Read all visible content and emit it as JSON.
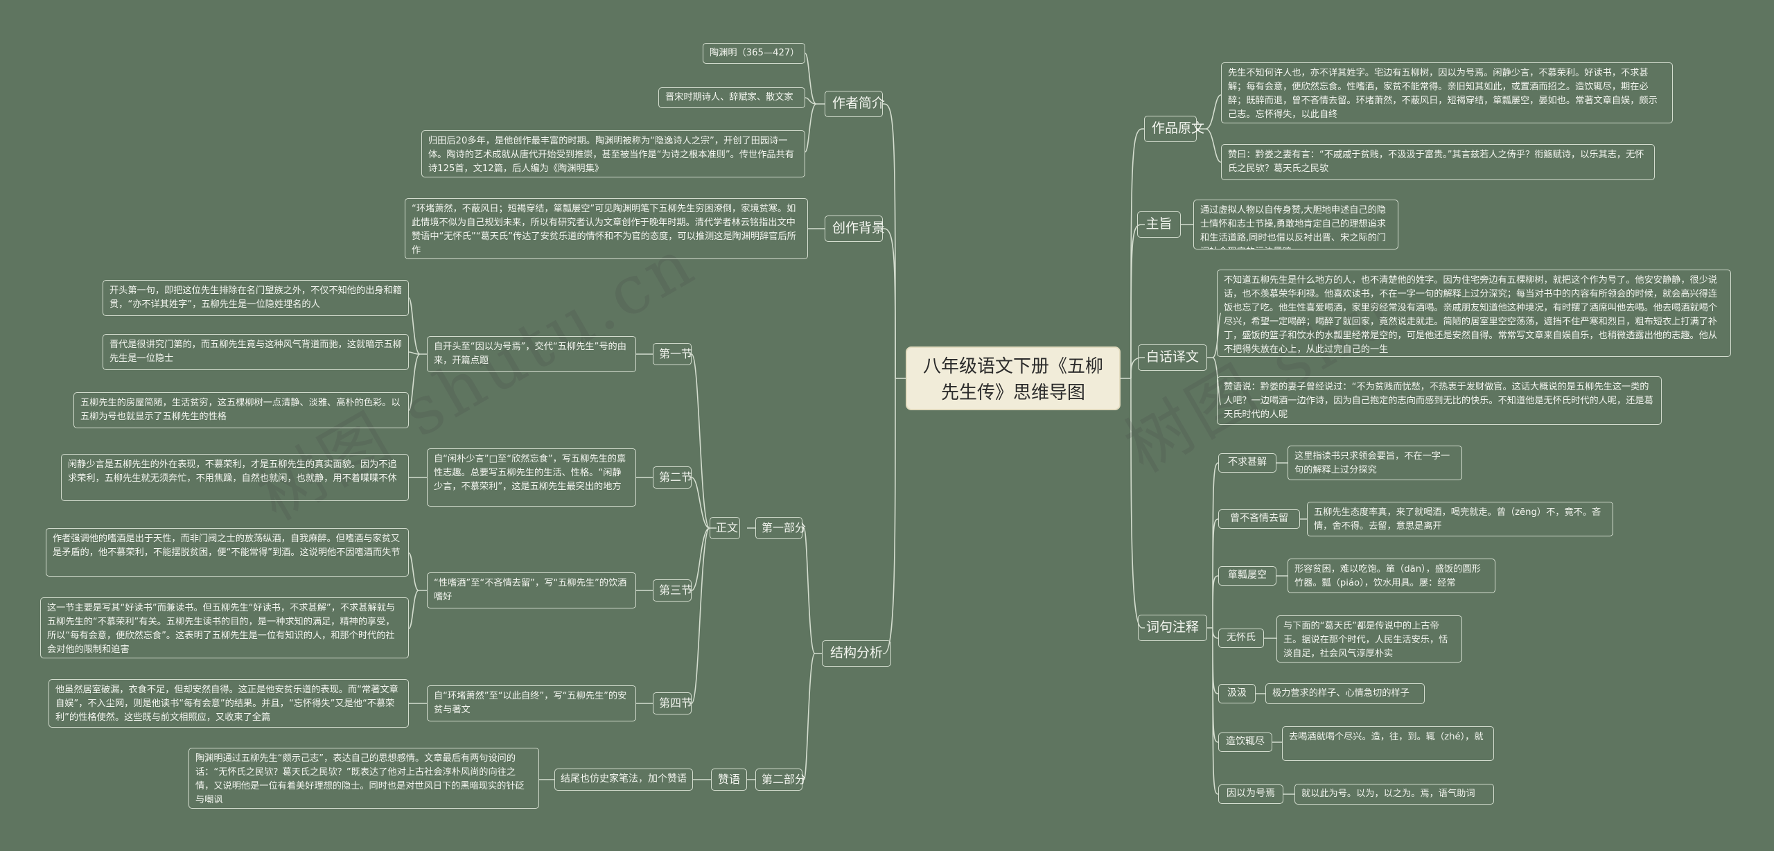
{
  "central": {
    "title": "八年级语文下册《五柳先生传》思维导图"
  },
  "watermarks": [
    "树图 shutu.cn",
    "树图 shu"
  ],
  "right": {
    "works": {
      "label": "作品原文",
      "items": [
        "先生不知何许人也，亦不详其姓字。宅边有五柳树，因以为号焉。闲静少言，不慕荣利。好读书，不求甚解；每有会意，便欣然忘食。性嗜酒，家贫不能常得。亲旧知其如此，或置酒而招之。造饮辄尽，期在必醉；既醉而退，曾不吝情去留。环堵萧然，不蔽风日，短褐穿结，箪瓢屡空，晏如也。常著文章自娱，颇示己志。忘怀得失，以此自终",
        "赞曰：黔娄之妻有言：“不戚戚于贫贱，不汲汲于富贵。”其言兹若人之俦乎？衔觞赋诗，以乐其志，无怀氏之民欤？葛天氏之民欤"
      ]
    },
    "theme": {
      "label": "主旨",
      "items": [
        "通过虚拟人物以自传身赞,大胆地申述自己的隐士情怀和志士节操,勇敢地肯定自己的理想追求和生活道路,同时也借以反衬出晋、宋之际的门阀社会现实的污浊黑暗"
      ]
    },
    "translation": {
      "label": "白话译文",
      "items": [
        "不知道五柳先生是什么地方的人，也不清楚他的姓字。因为住宅旁边有五棵柳树，就把这个作为号了。他安安静静，很少说话，也不羡慕荣华利禄。他喜欢读书，不在一字一句的解释上过分深究；每当对书中的内容有所领会的时候，就会高兴得连饭也忘了吃。他生性喜爱喝酒，家里穷经常没有酒喝。亲戚朋友知道他这种境况，有时摆了酒席叫他去喝。他去喝酒就喝个尽兴，希望一定喝醉；喝醉了就回家，竟然说走就走。简陋的居室里空空荡荡，遮挡不住严寒和烈日，粗布短衣上打满了补丁，盛饭的篮子和饮水的水瓢里经常是空的，可是他还是安然自得。常常写文章来自娱自乐，也稍微透露出他的志趣。他从不把得失放在心上，从此过完自己的一生",
        "赞语说：黔娄的妻子曾经说过：“不为贫贱而忧愁，不热衷于发财做官。这话大概说的是五柳先生这一类的人吧？一边喝酒一边作诗，因为自己抱定的志向而感到无比的快乐。不知道他是无怀氏时代的人呢，还是葛天氏时代的人呢"
      ]
    },
    "notes": {
      "label": "词句注释",
      "items": [
        {
          "term": "不求甚解",
          "def": "这里指读书只求领会要旨，不在一字一句的解释上过分探究"
        },
        {
          "term": "曾不吝情去留",
          "def": "五柳先生态度率真，来了就喝酒，喝完就走。曾（zēng）不，竟不。吝情，舍不得。去留，意思是离开"
        },
        {
          "term": "箪瓢屡空",
          "def": "形容贫困，难以吃饱。箪（dān），盛饭的圆形竹器。瓢（piáo），饮水用具。屡：经常"
        },
        {
          "term": "无怀氏",
          "def": "与下面的“葛天氏”都是传说中的上古帝王。据说在那个时代，人民生活安乐，恬淡自足，社会风气淳厚朴实"
        },
        {
          "term": "汲汲",
          "def": "极力营求的样子、心情急切的样子"
        },
        {
          "term": "造饮辄尽",
          "def": "去喝酒就喝个尽兴。造，往，到。辄（zhé），就"
        },
        {
          "term": "因以为号焉",
          "def": "就以此为号。以为，以之为。焉，语气助词"
        }
      ]
    }
  },
  "left": {
    "author": {
      "label": "作者简介",
      "items": [
        "陶渊明（365—427）",
        "晋宋时期诗人、辞赋家、散文家",
        "归田后20多年，是他创作最丰富的时期。陶渊明被称为“隐逸诗人之宗”，开创了田园诗一体。陶诗的艺术成就从唐代开始受到推崇，甚至被当作是“为诗之根本准则”。传世作品共有诗125首，文12篇，后人编为《陶渊明集》"
      ]
    },
    "background": {
      "label": "创作背景",
      "items": [
        "“环堵萧然，不蔽风日；短褐穿结，箪瓢屡空”可见陶渊明笔下五柳先生穷困潦倒，家境贫寒。如此情境不似为自己规划未来，所以有研究者认为文章创作于晚年时期。清代学者林云铭指出文中赞语中“无怀氏”“葛天氏”传达了安贫乐道的情怀和不为官的态度，可以推测这是陶渊明辞官后所作"
      ]
    },
    "structure": {
      "label": "结构分析",
      "part1": {
        "label": "第一部分",
        "body_label": "正文",
        "sections": [
          {
            "label": "第一节",
            "summary": "自开头至“因以为号焉”，交代“五柳先生”号的由来，开篇点题",
            "details": [
              "开头第一句，即把这位先生排除在名门望族之外，不仅不知他的出身和籍贯，“亦不详其姓字”，五柳先生是一位隐姓埋名的人",
              "晋代是很讲究门第的，而五柳先生竟与这种风气背道而驰，这就暗示五柳先生是一位隐士",
              "五柳先生的房屋简陋，生活贫穷，这五棵柳树一点清静、淡雅、高朴的色彩。以五柳为号也就显示了五柳先生的性格"
            ]
          },
          {
            "label": "第二节",
            "summary": "自“闲朴少言”□至“欣然忘食”，写五柳先生的禀性志趣。总要写五柳先生的生活、性格。“闲静少言，不慕荣利”，这是五柳先生最突出的地方",
            "details": [
              "闲静少言是五柳先生的外在表现，不慕荣利，才是五柳先生的真实面貌。因为不追求荣利，五柳先生就无须奔忙，不用焦躁，自然也就闲，也就静，用不着喋喋不休"
            ]
          },
          {
            "label": "第三节",
            "summary": "“性嗜酒”至“不吝情去留”，写“五柳先生”的饮酒嗜好",
            "details": [
              "作者强调他的嗜酒是出于天性，而非门阀之士的放荡纵酒，自我麻醉。但嗜酒与家贫又是矛盾的，他不慕荣利，不能摆脱贫困，便“不能常得”到酒。这说明他不因嗜酒而失节",
              "这一节主要是写其“好读书”而兼读书。但五柳先生“好读书，不求甚解”，不求甚解就与五柳先生的“不慕荣利”有关。五柳先生读书的目的，是一种求知的满足，精神的享受，所以“每有会意，便欣然忘食”。这表明了五柳先生是一位有知识的人，和那个时代的社会对他的限制和迫害"
            ]
          },
          {
            "label": "第四节",
            "summary": "自“环堵萧然”至“以此自终”，写“五柳先生”的安贫与著文",
            "details": [
              "他虽然居室破漏，衣食不足，但却安然自得。这正是他安贫乐道的表现。而“常著文章自娱”，不入尘网，则是他读书“每有会意”的结果。并且，“忘怀得失”又是他“不慕荣利”的性格使然。这些既与前文相照应，又收束了全篇"
            ]
          }
        ]
      },
      "part2": {
        "label": "第二部分",
        "body_label": "赞语",
        "summary": "结尾也仿史家笔法，加个赞语",
        "details": [
          "陶渊明通过五柳先生“颇示己志”，表达自己的思想感情。文章最后有两句设问的话：“无怀氏之民欤？葛天氏之民欤？”既表达了他对上古社会淳朴风尚的向往之情，又说明他是一位有着美好理想的隐士。同时也是对世风日下的黑暗现实的针砭与嘲讽"
        ]
      }
    }
  }
}
